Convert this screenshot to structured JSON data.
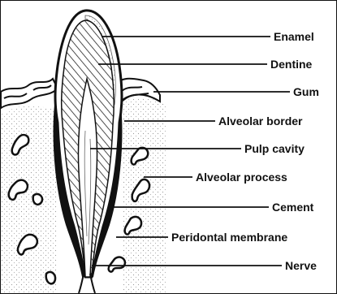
{
  "diagram": {
    "labels": {
      "enamel": "Enamel",
      "dentine": "Dentine",
      "gum": "Gum",
      "alveolar_border": "Alveolar border",
      "pulp_cavity": "Pulp cavity",
      "alveolar_process": "Alveolar process",
      "cement": "Cement",
      "peridontal_membrane": "Peridontal membrane",
      "nerve": "Nerve"
    }
  }
}
